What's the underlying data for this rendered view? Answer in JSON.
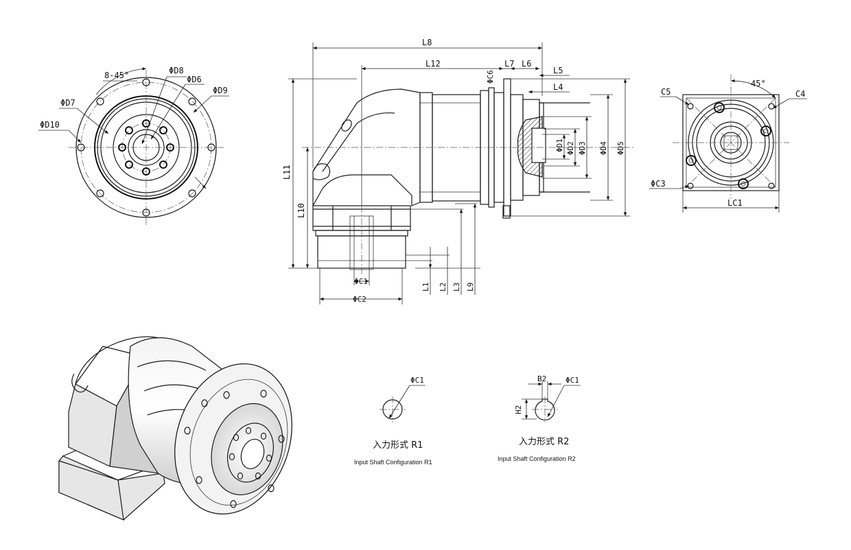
{
  "front_view": {
    "holes_label": "8-45°",
    "phi_D8": "ΦD8",
    "phi_D6": "ΦD6",
    "phi_D9": "ΦD9",
    "phi_D7": "ΦD7",
    "phi_D10": "ΦD10"
  },
  "side_view": {
    "L8": "L8",
    "L12": "L12",
    "L7": "L7",
    "L6": "L6",
    "L5": "L5",
    "L4": "L4",
    "C6": "ΦC6",
    "L11": "L11",
    "L10": "L10",
    "D1": "ΦD1",
    "D2": "ΦD2",
    "D3": "ΦD3",
    "D4": "ΦD4",
    "D5": "ΦD5",
    "C1": "ΦC1",
    "C2": "ΦC2",
    "L1": "L1",
    "L2": "L2",
    "L3": "L3",
    "L9": "L9"
  },
  "input_view": {
    "angle": "45°",
    "C5": "C5",
    "C4": "C4",
    "C3": "ΦC3",
    "LC1": "LC1"
  },
  "shaft_r1": {
    "C1": "ΦC1",
    "title_cn": "入力形式 R1",
    "title_en": "Input Shaft Configuration R1"
  },
  "shaft_r2": {
    "B2": "B2",
    "C1": "ΦC1",
    "H2": "H2",
    "title_cn": "入力形式 R2",
    "title_en": "Input Shaft Configuration R2"
  }
}
